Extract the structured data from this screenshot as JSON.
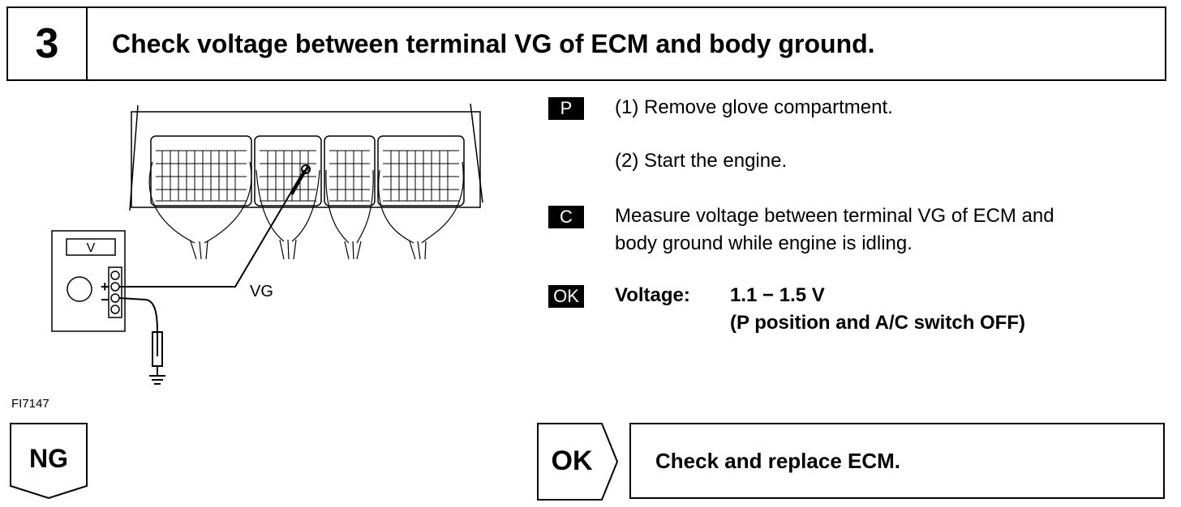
{
  "header": {
    "step_number": "3",
    "title": "Check voltage between terminal VG of ECM and body ground."
  },
  "diagram": {
    "meter_label": "V",
    "plus_label": "+",
    "minus_label": "−",
    "terminal_label": "VG",
    "figure_id": "FI7147"
  },
  "instructions": {
    "p_badge": "P",
    "step1": "(1) Remove  glove  compartment.",
    "step2": "(2) Start the engine.",
    "c_badge": "C",
    "measure_line1": "Measure voltage between terminal VG of ECM and",
    "measure_line2": "body ground while engine is idling.",
    "ok_badge": "OK",
    "spec_label": "Voltage:",
    "spec_value": "1.1 − 1.5 V",
    "spec_condition": "(P position and A/C switch OFF)"
  },
  "results": {
    "ng_label": "NG",
    "ok_label": "OK",
    "ok_action": "Check and replace ECM."
  }
}
